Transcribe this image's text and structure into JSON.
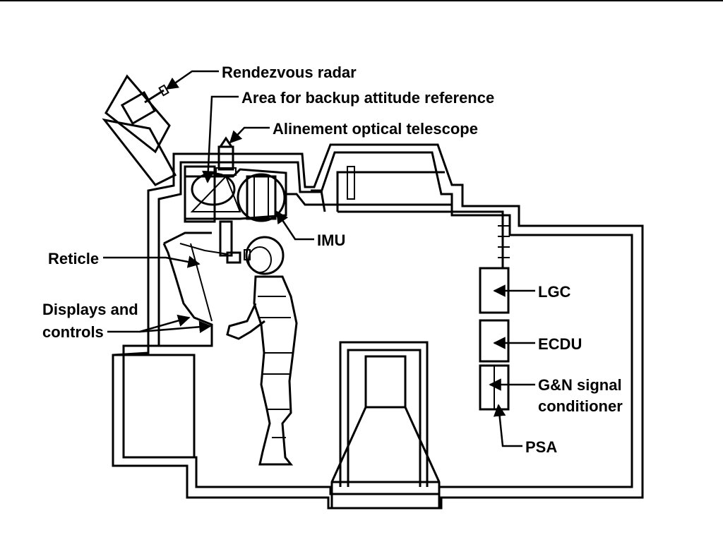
{
  "labels": {
    "rendezvous_radar": "Rendezvous radar",
    "backup_attitude": "Area for backup attitude reference",
    "alignment_telescope": "Alinement optical telescope",
    "imu": "IMU",
    "reticle": "Reticle",
    "displays_line1": "Displays and",
    "displays_line2": "controls",
    "lgc": "LGC",
    "ecdu": "ECDU",
    "gn_line1": "G&N signal",
    "gn_line2": "conditioner",
    "psa": "PSA"
  }
}
